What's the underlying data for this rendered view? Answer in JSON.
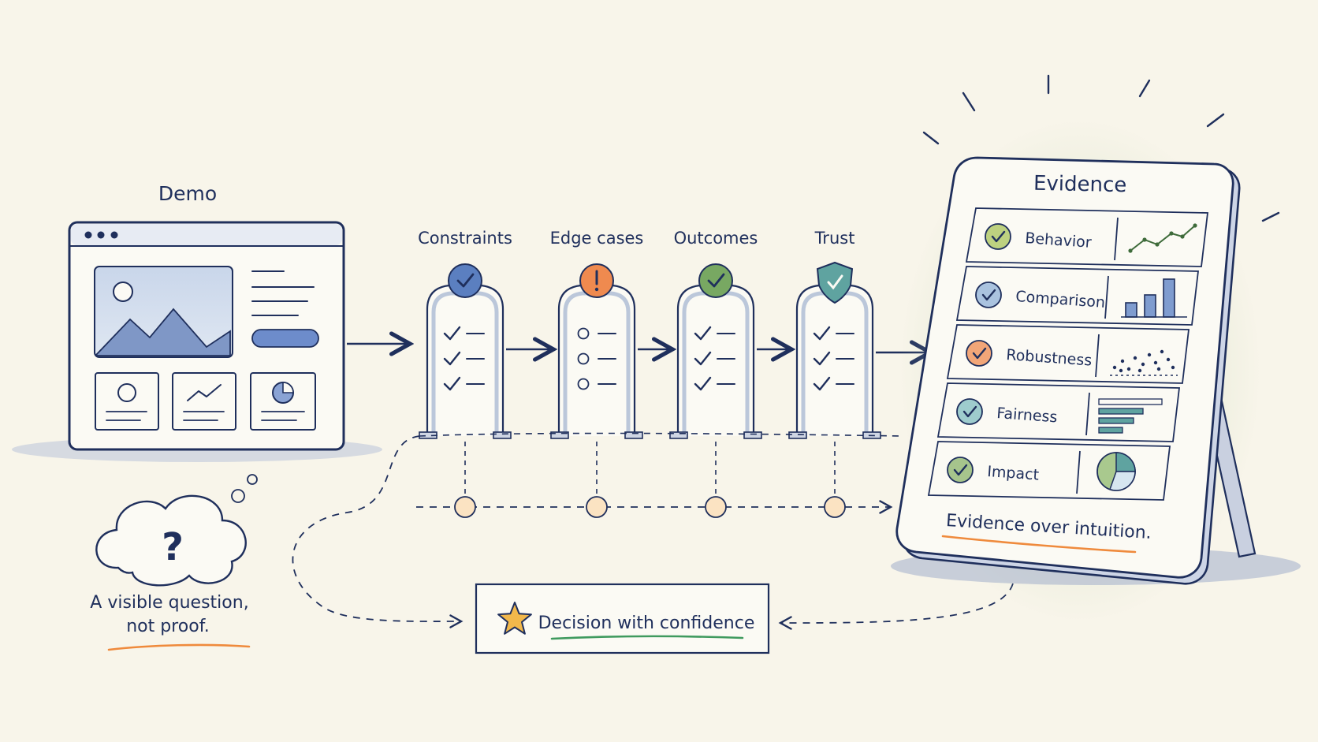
{
  "demo": {
    "title": "Demo"
  },
  "gates": [
    {
      "label": "Constraints",
      "status": "check",
      "color": "#5b7fc0",
      "list": "checks"
    },
    {
      "label": "Edge cases",
      "status": "warning",
      "color": "#ef8a4f",
      "list": "circles"
    },
    {
      "label": "Outcomes",
      "status": "check",
      "color": "#78a862",
      "list": "checks"
    },
    {
      "label": "Trust",
      "status": "shield-check",
      "color": "#5fa3a0",
      "list": "checks"
    }
  ],
  "question": {
    "symbol": "?",
    "caption_line1": "A visible question,",
    "caption_line2": "not proof."
  },
  "decision": {
    "label": "Decision with confidence",
    "icon": "star-icon",
    "star_color": "#f2b84b"
  },
  "evidence": {
    "title": "Evidence",
    "rows": [
      {
        "label": "Behavior",
        "check_color": "#a8c35a",
        "chart": "line"
      },
      {
        "label": "Comparison",
        "check_color": "#8fb0d8",
        "chart": "bars"
      },
      {
        "label": "Robustness",
        "check_color": "#ef8a4f",
        "chart": "scatter"
      },
      {
        "label": "Fairness",
        "check_color": "#7fbcc0",
        "chart": "hbars"
      },
      {
        "label": "Impact",
        "check_color": "#8ab26a",
        "chart": "pie"
      }
    ],
    "footer": "Evidence over intuition."
  },
  "colors": {
    "ink": "#1f2f5c",
    "paper": "#f8f5ea",
    "accent_orange": "#ef8a3c",
    "accent_green": "#3f9a5e"
  }
}
